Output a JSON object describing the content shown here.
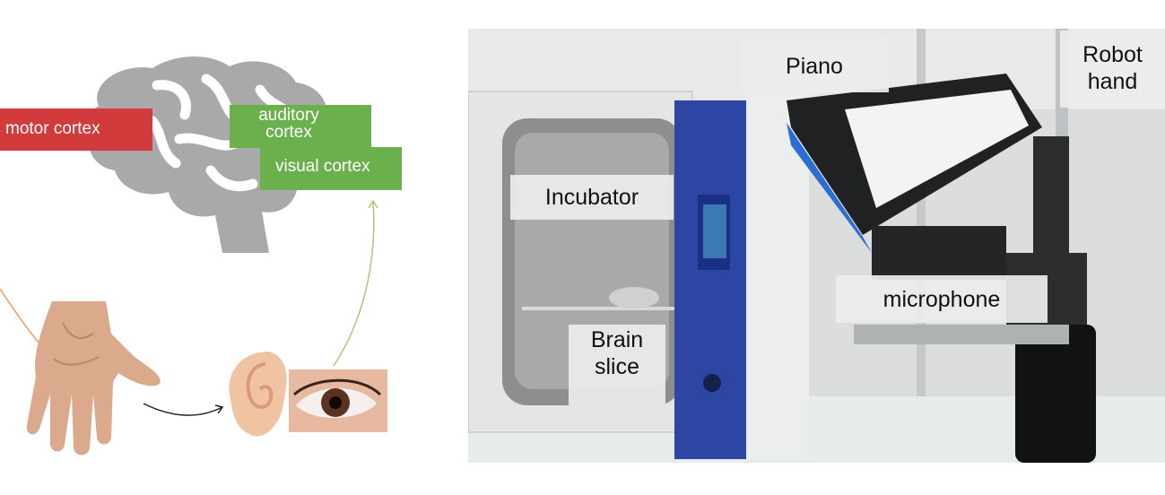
{
  "diagram": {
    "regions": {
      "motor": "motor cortex",
      "auditory": [
        "auditory",
        "cortex"
      ],
      "visual": "visual cortex"
    },
    "colors": {
      "motor": "#d13b3b",
      "sensory": "#6ab04c",
      "brain": "#a9a9a9"
    }
  },
  "photo": {
    "labels": {
      "piano": "Piano",
      "robot_hand": [
        "Robot",
        "hand"
      ],
      "incubator": "Incubator",
      "brain_slice": [
        "Brain",
        "slice"
      ],
      "microphone": "microphone"
    }
  }
}
